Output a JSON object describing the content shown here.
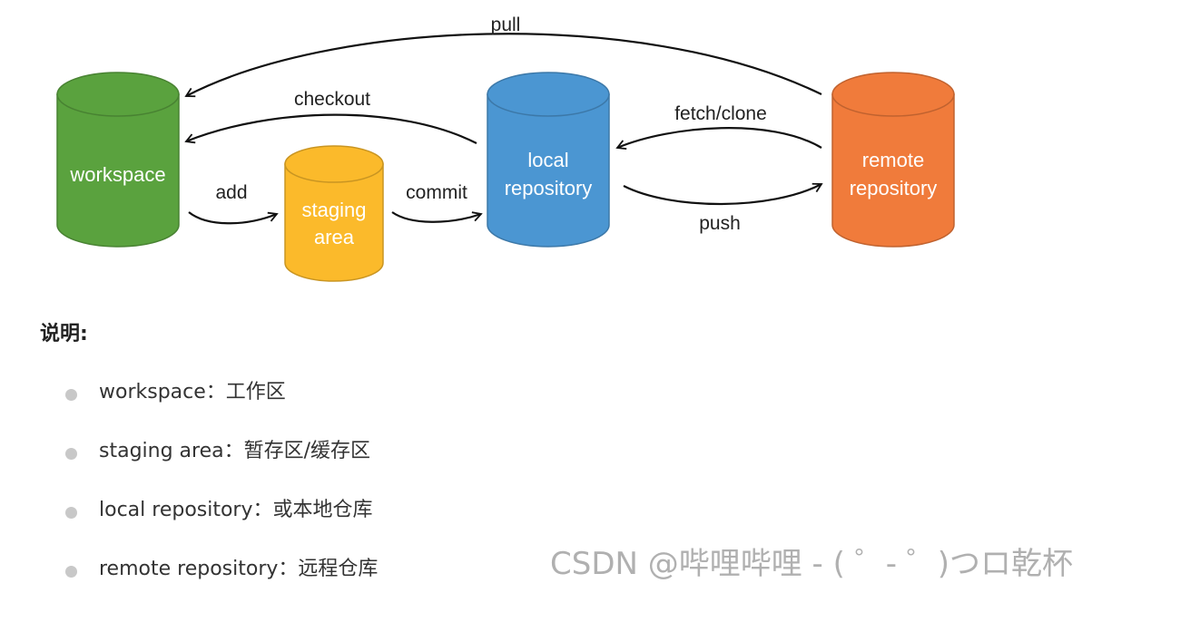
{
  "diagram": {
    "nodes": [
      {
        "id": "workspace",
        "lines": [
          "workspace"
        ],
        "color": "#5aa23e"
      },
      {
        "id": "staging",
        "lines": [
          "staging",
          "area"
        ],
        "color": "#fbba2b"
      },
      {
        "id": "local",
        "lines": [
          "local",
          "repository"
        ],
        "color": "#4b96d2"
      },
      {
        "id": "remote",
        "lines": [
          "remote",
          "repository"
        ],
        "color": "#f07b3b"
      }
    ],
    "edges": [
      {
        "id": "pull",
        "label": "pull",
        "from": "remote",
        "to": "workspace"
      },
      {
        "id": "checkout",
        "label": "checkout",
        "from": "local",
        "to": "workspace"
      },
      {
        "id": "add",
        "label": "add",
        "from": "workspace",
        "to": "staging"
      },
      {
        "id": "commit",
        "label": "commit",
        "from": "staging",
        "to": "local"
      },
      {
        "id": "fetch",
        "label": "fetch/clone",
        "from": "remote",
        "to": "local"
      },
      {
        "id": "push",
        "label": "push",
        "from": "local",
        "to": "remote"
      }
    ]
  },
  "legend": {
    "title": "说明:",
    "items": [
      "workspace：工作区",
      "staging area：暂存区/缓存区",
      "local repository：或本地仓库",
      "remote repository：远程仓库"
    ]
  },
  "watermark": "CSDN @哔哩哔哩 - ( ゜- ゜)つロ乾杯"
}
